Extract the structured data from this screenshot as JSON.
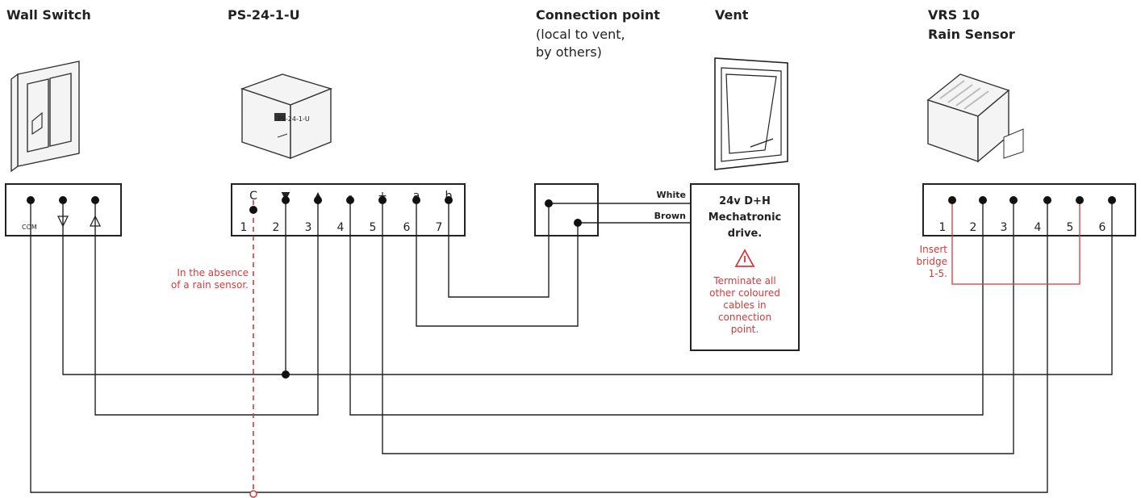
{
  "devices": {
    "wall_switch": {
      "title": "Wall Switch",
      "com_label": "COM"
    },
    "ps": {
      "title": "PS-24-1-U",
      "top_labels": [
        "C",
        "▼",
        "▲",
        "-",
        "+",
        "a",
        "b"
      ],
      "numbers": [
        "1",
        "2",
        "3",
        "4",
        "5",
        "6",
        "7"
      ],
      "device_label": "PS-24-1-U"
    },
    "connection": {
      "title": "Connection point",
      "sub1": "(local to vent,",
      "sub2": "by others)"
    },
    "vent": {
      "title": "Vent"
    },
    "rain": {
      "title1": "VRS 10",
      "title2": "Rain Sensor",
      "numbers": [
        "1",
        "2",
        "3",
        "4",
        "5",
        "6"
      ]
    }
  },
  "wires": {
    "white": "White",
    "brown": "Brown"
  },
  "drive": {
    "line1": "24v D+H",
    "line2": "Mechatronic",
    "line3": "drive.",
    "warn1": "Terminate all",
    "warn2": "other coloured",
    "warn3": "cables in",
    "warn4": "connection",
    "warn5": "point."
  },
  "notes": {
    "absence1": "In the absence",
    "absence2": "of a rain sensor.",
    "bridge1": "Insert",
    "bridge2": "bridge",
    "bridge3": "1-5."
  },
  "colors": {
    "accent_red": "#d63a3a",
    "line": "#222222"
  }
}
